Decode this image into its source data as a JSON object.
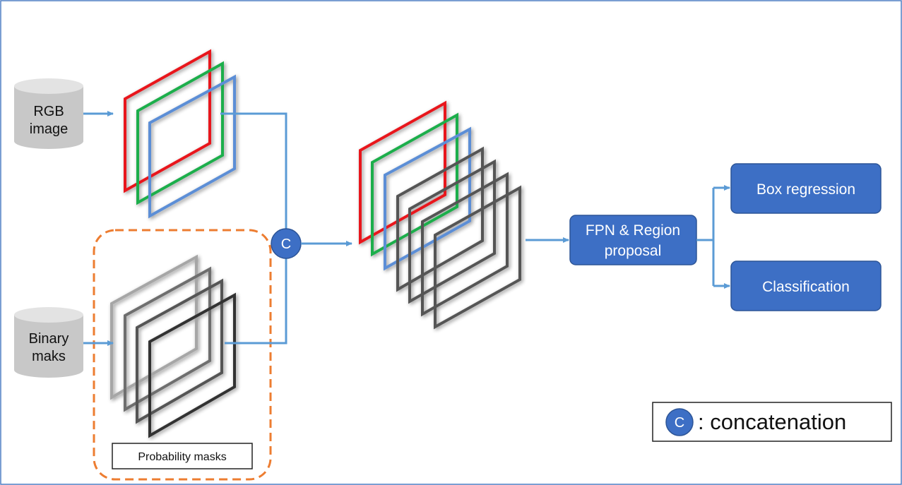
{
  "inputs": {
    "rgb": {
      "line1": "RGB",
      "line2": "image"
    },
    "binary": {
      "line1": "Binary",
      "line2": "maks"
    }
  },
  "concat_node": {
    "label": "C"
  },
  "probability_masks": {
    "label": "Probability masks"
  },
  "fpn_box": {
    "line1": "FPN & Region",
    "line2": "proposal"
  },
  "outputs": {
    "box_regression": "Box regression",
    "classification": "Classification"
  },
  "legend": {
    "symbol": "C",
    "text": ": concatenation"
  },
  "colors": {
    "arrow": "#5b9bd5",
    "box_fill": "#3d6fc5",
    "cylinder_fill": "#c8c8c8",
    "dashed_border": "#ed7d31",
    "red_channel": "#e8191c",
    "green_channel": "#1fae4b",
    "blue_channel": "#5b8ed6",
    "mask_dark": "#444444",
    "mask_light": "#a6a6a6"
  }
}
